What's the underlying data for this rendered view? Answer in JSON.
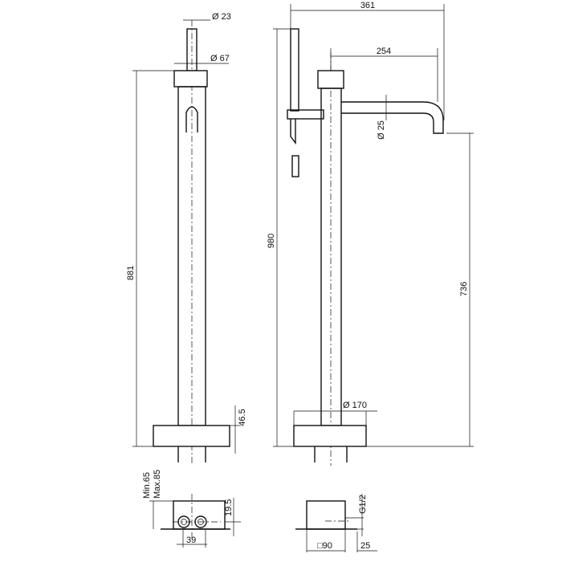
{
  "dimensions": {
    "handshower_diameter": "Ø 23",
    "cap_diameter": "Ø 67",
    "side_height": "881",
    "base_height": "46.5",
    "total_width": "361",
    "spout_reach": "254",
    "total_height": "980",
    "spout_diameter": "Ø 25",
    "spout_height": "736",
    "base_diameter": "Ø 170",
    "min_depth": "Min.65",
    "max_depth": "Max.85",
    "connection_height": "19.5",
    "connection_spacing": "39",
    "thread": "G1/2",
    "square_base": "□90",
    "flange_thickness": "25"
  }
}
